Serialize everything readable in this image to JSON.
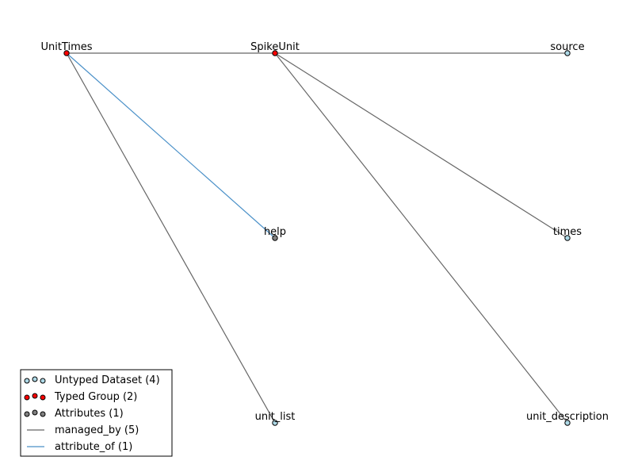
{
  "colors": {
    "untyped_dataset": "#add8e6",
    "typed_group": "#ff0000",
    "attributes": "#808080",
    "managed_by": "#666666",
    "attribute_of": "#4a90c8",
    "node_stroke": "#000000"
  },
  "nodes": [
    {
      "id": "UnitTimes",
      "label": "UnitTimes",
      "kind": "typed_group"
    },
    {
      "id": "SpikeUnit",
      "label": "SpikeUnit",
      "kind": "typed_group"
    },
    {
      "id": "source",
      "label": "source",
      "kind": "untyped_dataset"
    },
    {
      "id": "help",
      "label": "help",
      "kind": "attributes"
    },
    {
      "id": "times",
      "label": "times",
      "kind": "untyped_dataset"
    },
    {
      "id": "unit_list",
      "label": "unit_list",
      "kind": "untyped_dataset"
    },
    {
      "id": "unit_description",
      "label": "unit_description",
      "kind": "untyped_dataset"
    }
  ],
  "edges": [
    {
      "from": "UnitTimes",
      "to": "SpikeUnit",
      "kind": "managed_by"
    },
    {
      "from": "SpikeUnit",
      "to": "source",
      "kind": "managed_by"
    },
    {
      "from": "SpikeUnit",
      "to": "times",
      "kind": "managed_by"
    },
    {
      "from": "SpikeUnit",
      "to": "unit_description",
      "kind": "managed_by"
    },
    {
      "from": "UnitTimes",
      "to": "unit_list",
      "kind": "managed_by"
    },
    {
      "from": "UnitTimes",
      "to": "help",
      "kind": "attribute_of"
    }
  ],
  "legend": {
    "items": [
      {
        "kind": "untyped_dataset",
        "type": "marker",
        "label": "Untyped Dataset (4)"
      },
      {
        "kind": "typed_group",
        "type": "marker",
        "label": "Typed Group (2)"
      },
      {
        "kind": "attributes",
        "type": "marker",
        "label": "Attributes (1)"
      },
      {
        "kind": "managed_by",
        "type": "line",
        "label": "managed_by (5)"
      },
      {
        "kind": "attribute_of",
        "type": "line",
        "label": "attribute_of (1)"
      }
    ]
  }
}
